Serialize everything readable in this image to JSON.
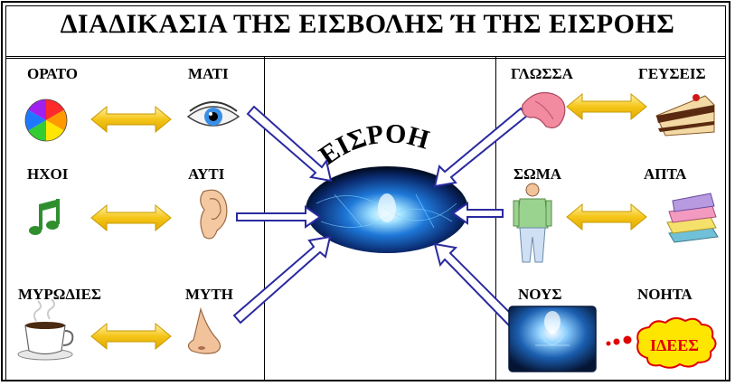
{
  "title": "ΔΙΑΔΙΚΑΣΙΑ ΤΗΣ ΕΙΣΒΟΛΗΣ Ή ΤΗΣ ΕΙΣΡΟΗΣ",
  "center_label": "ΕΙΣΡΟΗ",
  "left": {
    "row1": {
      "object": "ΟΡΑΤΟ",
      "organ": "ΜΑΤΙ",
      "object_icon": "color-wheel-icon",
      "organ_icon": "eye-icon"
    },
    "row2": {
      "object": "ΗΧΟΙ",
      "organ": "ΑΥΤΙ",
      "object_icon": "music-note-icon",
      "organ_icon": "ear-icon"
    },
    "row3": {
      "object": "ΜΥΡΩΔΙΕΣ",
      "organ": "ΜΥΤΗ",
      "object_icon": "coffee-cup-icon",
      "organ_icon": "nose-icon"
    }
  },
  "right": {
    "row1": {
      "organ": "ΓΛΩΣΣΑ",
      "object": "ΓΕΥΣΕΙΣ",
      "organ_icon": "tongue-icon",
      "object_icon": "cake-icon"
    },
    "row2": {
      "organ": "ΣΩΜΑ",
      "object": "ΑΠΤΑ",
      "organ_icon": "body-icon",
      "object_icon": "folded-clothes-icon"
    },
    "row3": {
      "organ": "ΝΟΥΣ",
      "object": "ΝΟΗΤΑ",
      "organ_icon": "mind-icon",
      "object_icon": "ideas-bubble-icon"
    }
  },
  "ideas_bubble_text": "ΙΔΕΕΣ",
  "colors": {
    "arrow_yellow": "#f5c518",
    "arrow_blue_outline": "#2a2aa0",
    "glow_blue": "#1e78d8",
    "ideas_red": "#e00000",
    "ideas_yellow": "#ffe600"
  }
}
